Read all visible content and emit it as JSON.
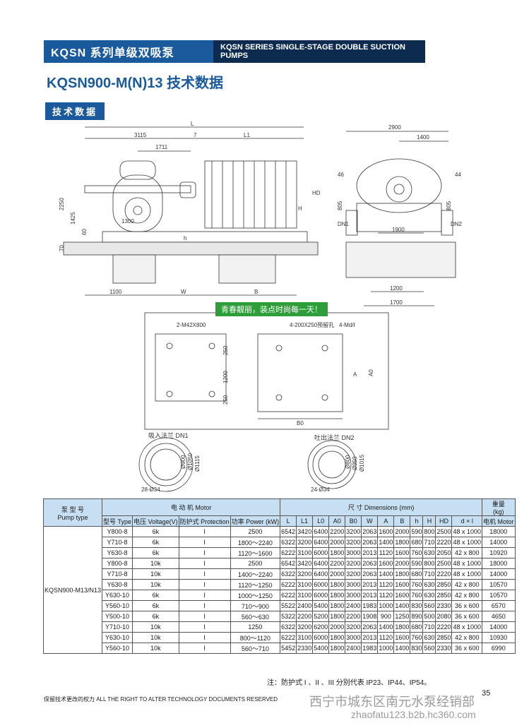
{
  "header": {
    "series_cn": "KQSN 系列单级双吸泵",
    "series_en": "KQSN SERIES SINGLE-STAGE DOUBLE SUCTION PUMPS"
  },
  "model_title": "KQSN900-M(N)13 技术数据",
  "tech_tag": "技术数据",
  "drawing": {
    "dims": {
      "L": "L",
      "d3115": "3115",
      "d7": "7",
      "L1": "L1",
      "d1711": "1711",
      "d2250": "2250",
      "d1425": "1425",
      "d60": "60",
      "d70": "70",
      "d1300": "1300",
      "h": "h",
      "HD": "HD",
      "H": "H",
      "d1100": "1100",
      "W": "W",
      "B": "B",
      "d2900": "2900",
      "d1400": "1400",
      "d46": "46",
      "d44": "44",
      "d805a": "805",
      "d805b": "805",
      "DN1": "DN1",
      "DN2": "DN2",
      "d1900": "1900",
      "d1200": "1200",
      "d1700": "1700",
      "bolt1": "2-M42X800",
      "bolt2": "4-Md/l",
      "bolt3": "4-200X250预留孔",
      "d250a": "250",
      "d1200b": "1200",
      "d250b": "250",
      "A": "A",
      "A0": "A0",
      "B0": "B0",
      "suction": "吸入法兰 DN1",
      "discharge": "吐出法兰 DN2",
      "s_1115": "Ø1115",
      "s_1050": "Ø1050",
      "s_900": "Ø900",
      "s_holes": "28-Ø34",
      "d_1015": "Ø1015",
      "d_950": "Ø950",
      "d_800": "Ø800",
      "d_holes": "24-Ø34"
    }
  },
  "slogan": "青春靓丽，装点时尚每一天！",
  "table": {
    "pump_type_cn": "泵 型 号",
    "pump_type_en": "Pump type",
    "motor_cn": "电 动 机 Motor",
    "dims_cn": "尺 寸 Dimensions (mm)",
    "weight_cn": "重量",
    "weight_unit": "(kg)",
    "col_type": "型号 Type",
    "col_voltage": "电压 Voltage(V)",
    "col_protection": "防护式 Protection",
    "col_power": "功率 Power (kW)",
    "dim_cols": [
      "L",
      "L1",
      "L0",
      "A0",
      "B0",
      "W",
      "A",
      "B",
      "h",
      "H",
      "HD",
      "d × l"
    ],
    "col_motor_wt": "电机 Motor",
    "pump_model": "KQSN900-M13/N13",
    "rows": [
      [
        "Y800-8",
        "6k",
        "I",
        "2500",
        "6542",
        "3420",
        "6400",
        "2200",
        "3200",
        "2063",
        "1600",
        "2000",
        "590",
        "800",
        "2500",
        "48 x 1000",
        "18000"
      ],
      [
        "Y710-8",
        "6k",
        "I",
        "1800～2240",
        "6322",
        "3200",
        "6400",
        "2000",
        "3200",
        "2063",
        "1400",
        "1800",
        "680",
        "710",
        "2220",
        "48 x 1000",
        "14000"
      ],
      [
        "Y630-8",
        "6k",
        "I",
        "1120～1600",
        "6222",
        "3100",
        "6000",
        "1800",
        "3000",
        "2013",
        "1120",
        "1600",
        "760",
        "630",
        "2050",
        "42 x 800",
        "10920"
      ],
      [
        "Y800-8",
        "10k",
        "I",
        "2500",
        "6542",
        "3420",
        "6400",
        "2200",
        "3200",
        "2063",
        "1600",
        "2000",
        "590",
        "800",
        "2500",
        "48 x 1000",
        "18000"
      ],
      [
        "Y710-8",
        "10k",
        "I",
        "1400～2240",
        "6322",
        "3200",
        "6400",
        "2000",
        "3200",
        "2063",
        "1400",
        "1800",
        "680",
        "710",
        "2220",
        "48 x 1000",
        "14000"
      ],
      [
        "Y630-8",
        "10k",
        "I",
        "1120～1250",
        "6222",
        "3100",
        "6000",
        "1800",
        "3000",
        "2013",
        "1120",
        "1600",
        "760",
        "630",
        "2850",
        "42 x 800",
        "10570"
      ],
      [
        "Y630-10",
        "6k",
        "I",
        "1000～1250",
        "6222",
        "3100",
        "6000",
        "1800",
        "3000",
        "2013",
        "1120",
        "1600",
        "760",
        "630",
        "2850",
        "42 x 800",
        "10570"
      ],
      [
        "Y560-10",
        "6k",
        "I",
        "710～900",
        "5522",
        "2400",
        "5400",
        "1800",
        "2400",
        "1983",
        "1000",
        "1400",
        "830",
        "560",
        "2330",
        "36 x 600",
        "6570"
      ],
      [
        "Y500-10",
        "6k",
        "I",
        "560～630",
        "5322",
        "2200",
        "5200",
        "1800",
        "2200",
        "1908",
        "900",
        "1250",
        "890",
        "500",
        "2080",
        "36 x 600",
        "4650"
      ],
      [
        "Y710-10",
        "10k",
        "I",
        "1250",
        "6322",
        "3200",
        "6200",
        "2000",
        "3200",
        "2063",
        "1400",
        "1800",
        "680",
        "710",
        "2220",
        "48 x 1000",
        "14000"
      ],
      [
        "Y630-10",
        "10k",
        "I",
        "800～1120",
        "6222",
        "3100",
        "6000",
        "1800",
        "3000",
        "2013",
        "1120",
        "1600",
        "760",
        "630",
        "2850",
        "42 x 800",
        "10930"
      ],
      [
        "Y560-10",
        "10k",
        "I",
        "560～710",
        "5452",
        "2330",
        "5400",
        "1800",
        "2400",
        "1983",
        "1000",
        "1400",
        "830",
        "560",
        "2330",
        "36 x 600",
        "6990"
      ]
    ]
  },
  "note": "注：防护式 I 、II 、III 分别代表 IP23、IP44、IP54。",
  "footer": "保留技术更改的权力 ALL THE RIGHT TO ALTER TECHNOLOGY DOCUMENTS RESERVED",
  "page_number": "35",
  "watermark_cn": "西宁市城东区南元水泵经销部",
  "watermark_url": "zhaofatu123.b2b.hc360.com"
}
